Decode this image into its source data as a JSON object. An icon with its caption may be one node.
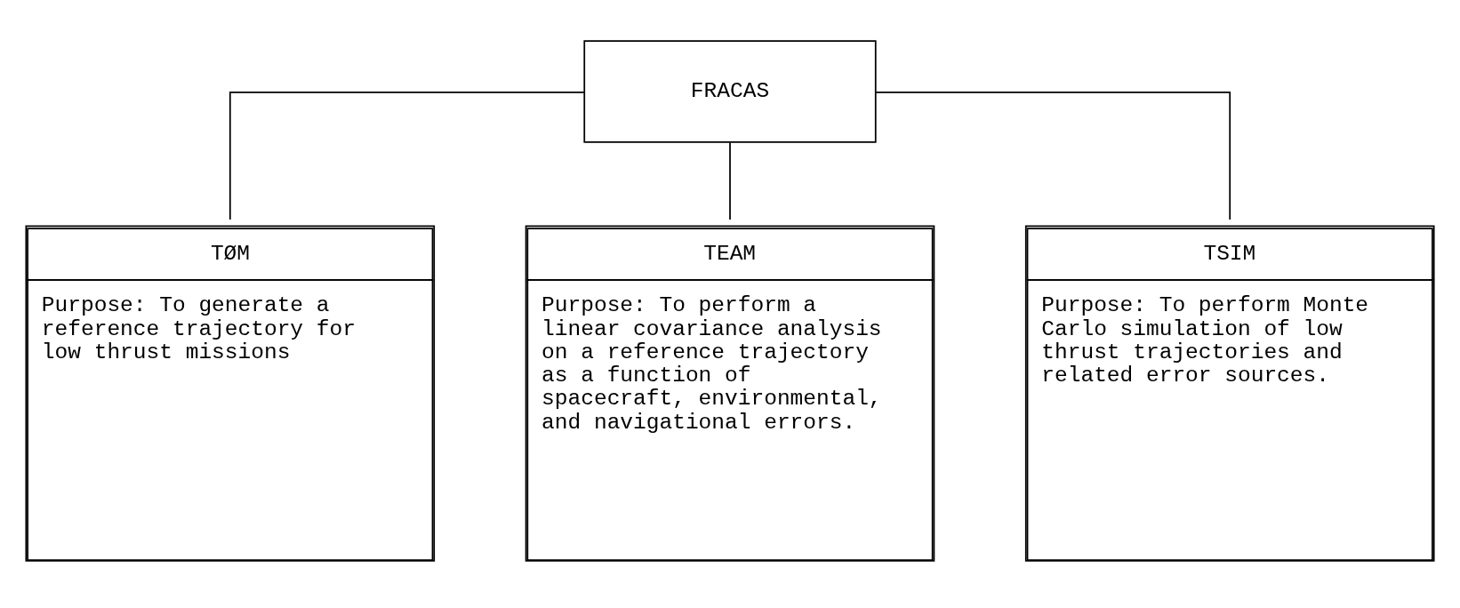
{
  "diagram": {
    "nodes": [
      {
        "text": [
          "FRACAS"
        ]
      },
      {
        "text": [
          "TØM",
          "Purpose: To generate a reference trajectory for low thrust missions"
        ]
      },
      {
        "text": [
          "TEAM",
          "Purpose: To perform a linear covariance analysis on a reference trajectory as a function of spacecraft, environmental, and navigational errors."
        ]
      },
      {
        "text": [
          "TSIM",
          "Purpose: To perform Monte Carlo simulation of low thrust trajectories and related error sources."
        ]
      }
    ],
    "edges": [
      {
        "from": 0,
        "to": 1,
        "arrow": "none"
      },
      {
        "from": 0,
        "to": 2,
        "arrow": "none"
      },
      {
        "from": 0,
        "to": 3,
        "arrow": "none"
      }
    ]
  }
}
